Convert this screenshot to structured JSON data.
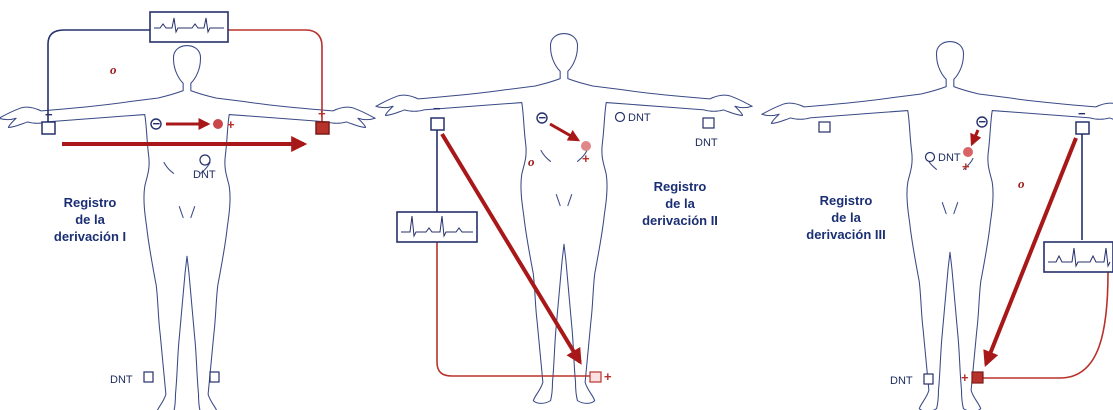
{
  "panels": [
    {
      "title_lines": [
        "Registro",
        "de la",
        "derivación I"
      ],
      "labels": {
        "dnt_chest": "DNT",
        "dnt_leg": "DNT",
        "origin": "o",
        "minus": "−",
        "plus": "+"
      }
    },
    {
      "title_lines": [
        "Registro",
        "de la",
        "derivación II"
      ],
      "labels": {
        "dnt_chest": "DNT",
        "dnt_arm": "DNT",
        "origin": "o",
        "minus": "−",
        "plus": "+"
      }
    },
    {
      "title_lines": [
        "Registro",
        "de la",
        "derivación III"
      ],
      "labels": {
        "dnt_chest": "DNT",
        "dnt_leg": "DNT",
        "origin": "o",
        "minus": "−",
        "plus": "+"
      }
    }
  ],
  "colors": {
    "negative_wire": "#26306b",
    "positive_wire": "#b8322c",
    "vector": "#a81818",
    "body_outline": "#3a4a86",
    "title_text": "#1b2f74"
  }
}
